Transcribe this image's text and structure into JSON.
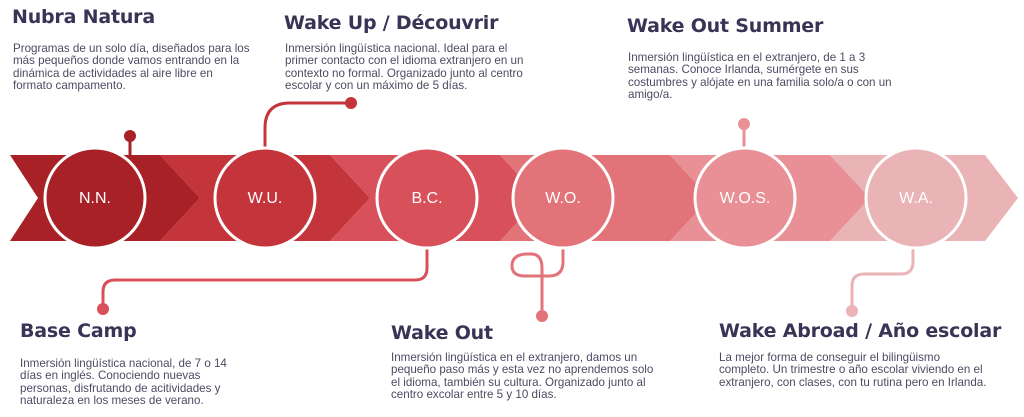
{
  "stages": [
    {
      "abbr": "N.N.",
      "title": "Nubra Natura",
      "description": "Programas de un solo día, diseñados para los más pequeños donde vamos entrando en la dinámica de actividades al aire libre en formato campamento.",
      "color": "#a72127"
    },
    {
      "abbr": "W.U.",
      "title": "Wake Up / Découvrir",
      "description": "Inmersión lingüística nacional. Ideal para el primer contacto con el idioma extranjero en un contexto no formal. Organizado junto al centro escolar y con un máximo de 5 días.",
      "color": "#c4343b"
    },
    {
      "abbr": "B.C.",
      "title": "Base Camp",
      "description": "Inmersión lingüística nacional, de 7 o 14 días en inglés. Conociendo nuevas personas, disfrutando de acitividades y naturaleza en los meses de verano.",
      "color": "#d8505a"
    },
    {
      "abbr": "W.O.",
      "title": "Wake Out",
      "description": "Inmersión lingüística en el extranjero, damos un pequeño paso más y esta vez no aprendemos solo el idioma, también su cultura. Organizado junto al centro excolar entre 5 y 10 días.",
      "color": "#e27379"
    },
    {
      "abbr": "W.O.S.",
      "title": "Wake Out Summer",
      "description": "Inmersión lingüística en el extranjero, de 1 a 3 semanas. Conoce Irlanda, sumérgete en sus costumbres y alójate en una familia solo/a o con un amigo/a.",
      "color": "#e89095"
    },
    {
      "abbr": "W.A.",
      "title": "Wake Abroad / Año escolar",
      "description": "La mejor forma de conseguir el bilingüismo completo. Un trimestre o año escolar viviendo en el extranjero, con clases, con tu rutina pero en Irlanda.",
      "color": "#eab3b6"
    }
  ]
}
